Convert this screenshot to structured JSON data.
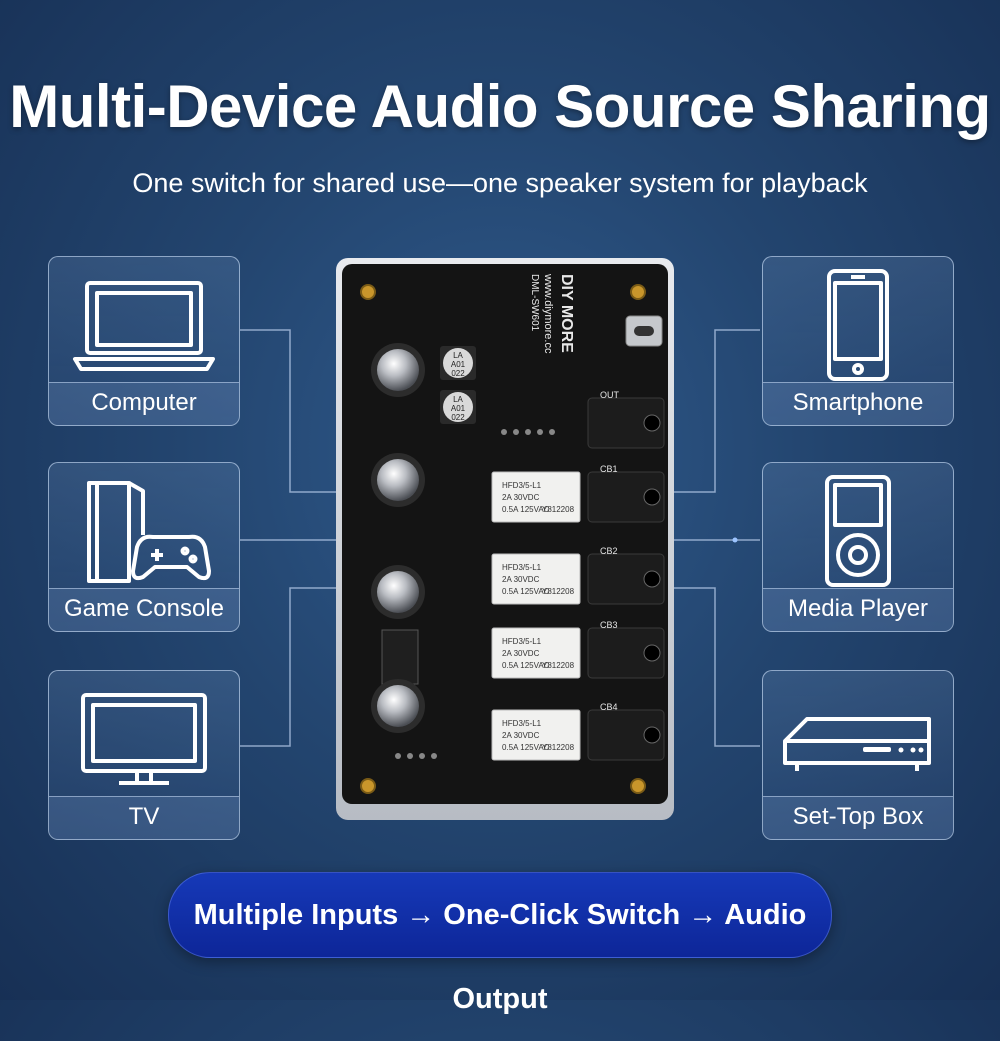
{
  "header": {
    "title": "Multi-Device Audio Source Sharing",
    "subtitle": "One switch for shared use—one speaker system for playback"
  },
  "devices_left": [
    {
      "label": "Computer",
      "icon": "laptop-icon"
    },
    {
      "label": "Game Console",
      "icon": "game-console-icon"
    },
    {
      "label": "TV",
      "icon": "tv-icon"
    }
  ],
  "devices_right": [
    {
      "label": "Smartphone",
      "icon": "smartphone-icon"
    },
    {
      "label": "Media Player",
      "icon": "media-player-icon"
    },
    {
      "label": "Set-Top Box",
      "icon": "set-top-box-icon"
    }
  ],
  "board": {
    "brand": "DIY MORE",
    "url": "www.diymore.cc",
    "model": "DML-SW601",
    "port_labels": [
      "OUT",
      "CB1",
      "CB2",
      "CB3",
      "CB4"
    ],
    "cap_labels": [
      [
        "LA",
        "A01",
        "022"
      ],
      [
        "LA",
        "A01",
        "022"
      ]
    ],
    "relay_lines": [
      "HFD3/5-L1",
      "2A 30VDC",
      "0.5A 125VAC",
      "Y812208"
    ]
  },
  "footer": {
    "flow": "Multiple Inputs → One-Click Switch →  Audio Output"
  },
  "colors": {
    "background": "#23456f",
    "pill": "#1433ad",
    "card_border": "#c8dcf5",
    "pcb": "#141414"
  }
}
